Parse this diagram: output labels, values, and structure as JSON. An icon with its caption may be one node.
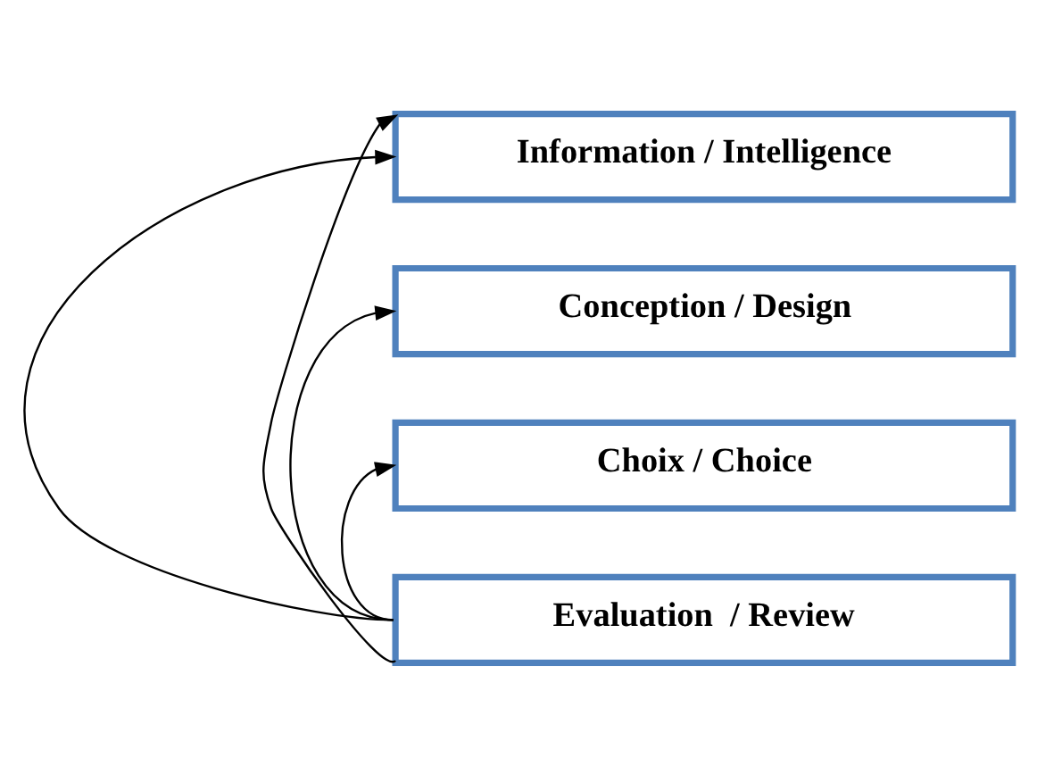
{
  "diagram": {
    "nodes": [
      {
        "text": [
          "Information / Intelligence"
        ]
      },
      {
        "text": [
          "Conception / Design"
        ]
      },
      {
        "text": [
          "Choix / Choice"
        ]
      },
      {
        "text": [
          "Evaluation  / Review"
        ]
      }
    ],
    "edges": [
      {
        "from": 3,
        "to": 2,
        "arrow": "to"
      },
      {
        "from": 3,
        "to": 1,
        "arrow": "to"
      },
      {
        "from": 3,
        "to": 0,
        "arrow": "to"
      },
      {
        "from": 3,
        "to": 0,
        "arrow": "to"
      }
    ]
  }
}
